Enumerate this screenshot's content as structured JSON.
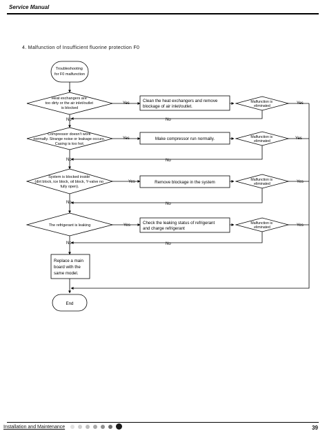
{
  "header": {
    "title": "Service Manual"
  },
  "section": {
    "title": "4. Malfunction of Insufficient fluorine protection F0"
  },
  "flow": {
    "start": [
      "Troubleshooting",
      "for F0 malfunction"
    ],
    "decisions": [
      [
        "Heat exchangers are",
        "too dirty or the air inlet/outlet",
        "is blocked"
      ],
      [
        "Compressor doesn't work",
        "normally. Strange noise or leakage occurs.",
        "Casing is too hot."
      ],
      [
        "System is blocked inside",
        "(dirt block, ice block, oil block, Y-valve no",
        "fully open)."
      ],
      [
        "The refrigerant is leaking"
      ]
    ],
    "actions": [
      [
        "Clean the heat exchangers and remove",
        "blockage of air inlet/outlet."
      ],
      [
        "Make compressor run normally."
      ],
      [
        "Remove blockage in the system"
      ],
      [
        "Check the leaking status of refrigerant",
        "and charge refrigerant"
      ]
    ],
    "checks": [
      "Malfunction is",
      "eliminated"
    ],
    "final_action": [
      "Replace a main",
      "board with the",
      "same model."
    ],
    "end": "End",
    "yes_label": "Yes",
    "no_label": "No"
  },
  "footer": {
    "label": "Installation and Maintenance",
    "page_number": "39",
    "dot_colors": [
      "#e0e0e0",
      "#cfcfcf",
      "#bdbdbd",
      "#a9a9a9",
      "#8f8f8f",
      "#6e6e6e",
      "#1a1a1a"
    ]
  }
}
